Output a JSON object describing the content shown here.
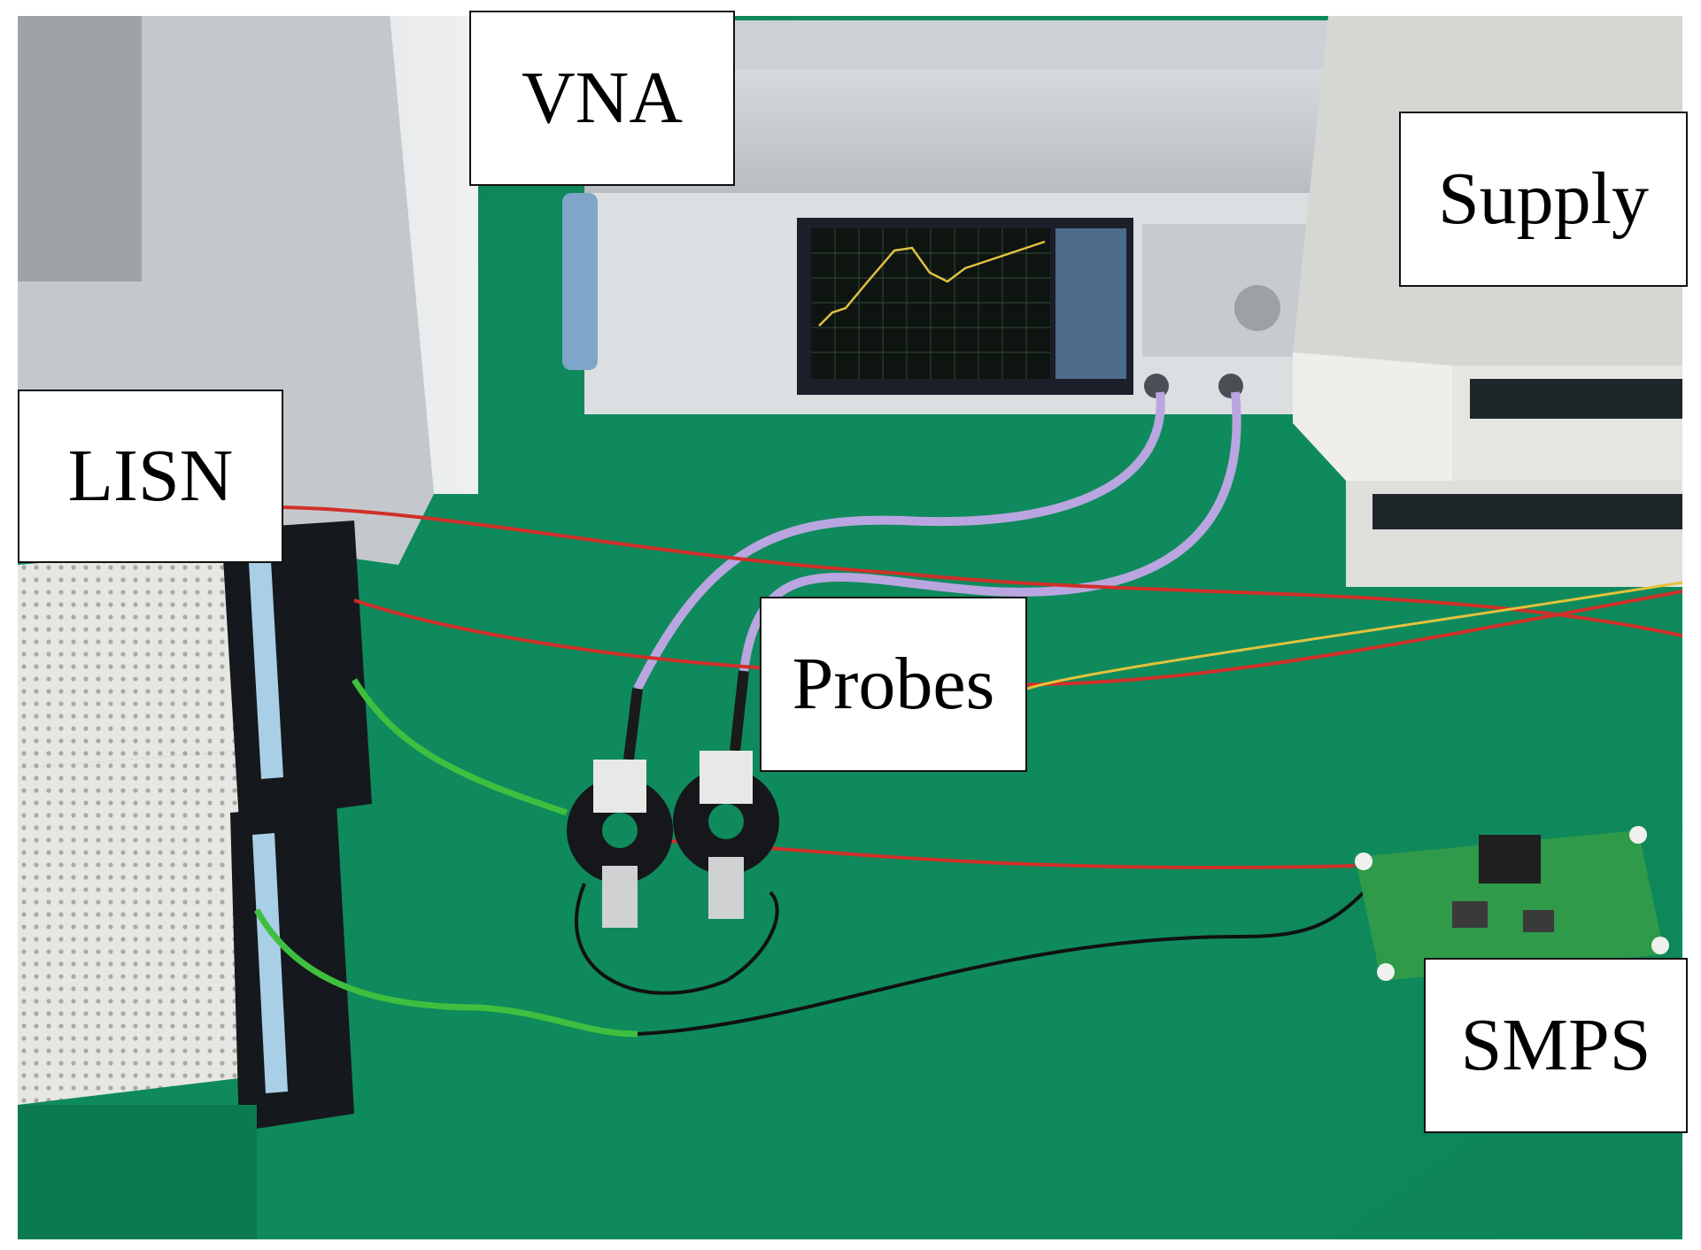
{
  "figure": {
    "colors": {
      "bench_mat": "#0f8a5c",
      "instrument_gray": "#c9ccd0",
      "screen_trace": "#e0c040",
      "cable_purple": "#b9a6e0",
      "wire_red": "#d0302a",
      "wire_green": "#3fbf3f",
      "wire_black": "#111111",
      "pcb_green": "#2f9a4a"
    },
    "labels": {
      "vna": "VNA",
      "supply": "Supply",
      "lisn": "LISN",
      "probes": "Probes",
      "smps": "SMPS"
    }
  }
}
